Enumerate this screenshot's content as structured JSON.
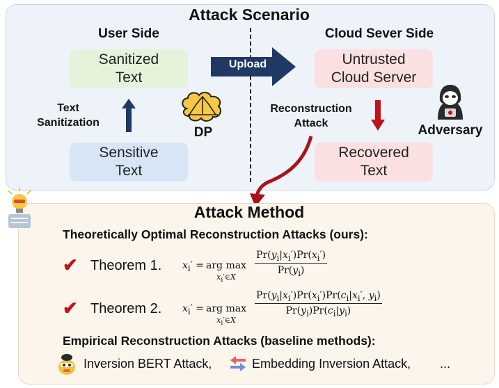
{
  "scenario": {
    "title": "Attack Scenario",
    "user_side": "User Side",
    "cloud_side": "Cloud Sever Side",
    "sanitized_text": "Sanitized\nText",
    "sensitive_text": "Sensitive\nText",
    "text_sanitization": "Text\nSanitization",
    "dp": "DP",
    "upload": "Upload",
    "untrusted_server": "Untrusted\nCloud Server",
    "reconstruction_attack": "Reconstruction\nAttack",
    "adversary": "Adversary",
    "recovered_text": "Recovered\nText"
  },
  "method": {
    "title": "Attack Method",
    "optimal_heading": "Theoretically Optimal Reconstruction Attacks (ours):",
    "theorem1": "Theorem 1.",
    "theorem2": "Theorem 2.",
    "empirical_heading": "Empirical Reconstruction Attacks (baseline methods):",
    "baseline1": "Inversion BERT Attack,",
    "baseline2": "Embedding Inversion Attack,",
    "ellipsis": "..."
  },
  "colors": {
    "arrow_navy": "#1f3864",
    "arrow_red": "#c0121c",
    "check_red": "#c0121c"
  }
}
